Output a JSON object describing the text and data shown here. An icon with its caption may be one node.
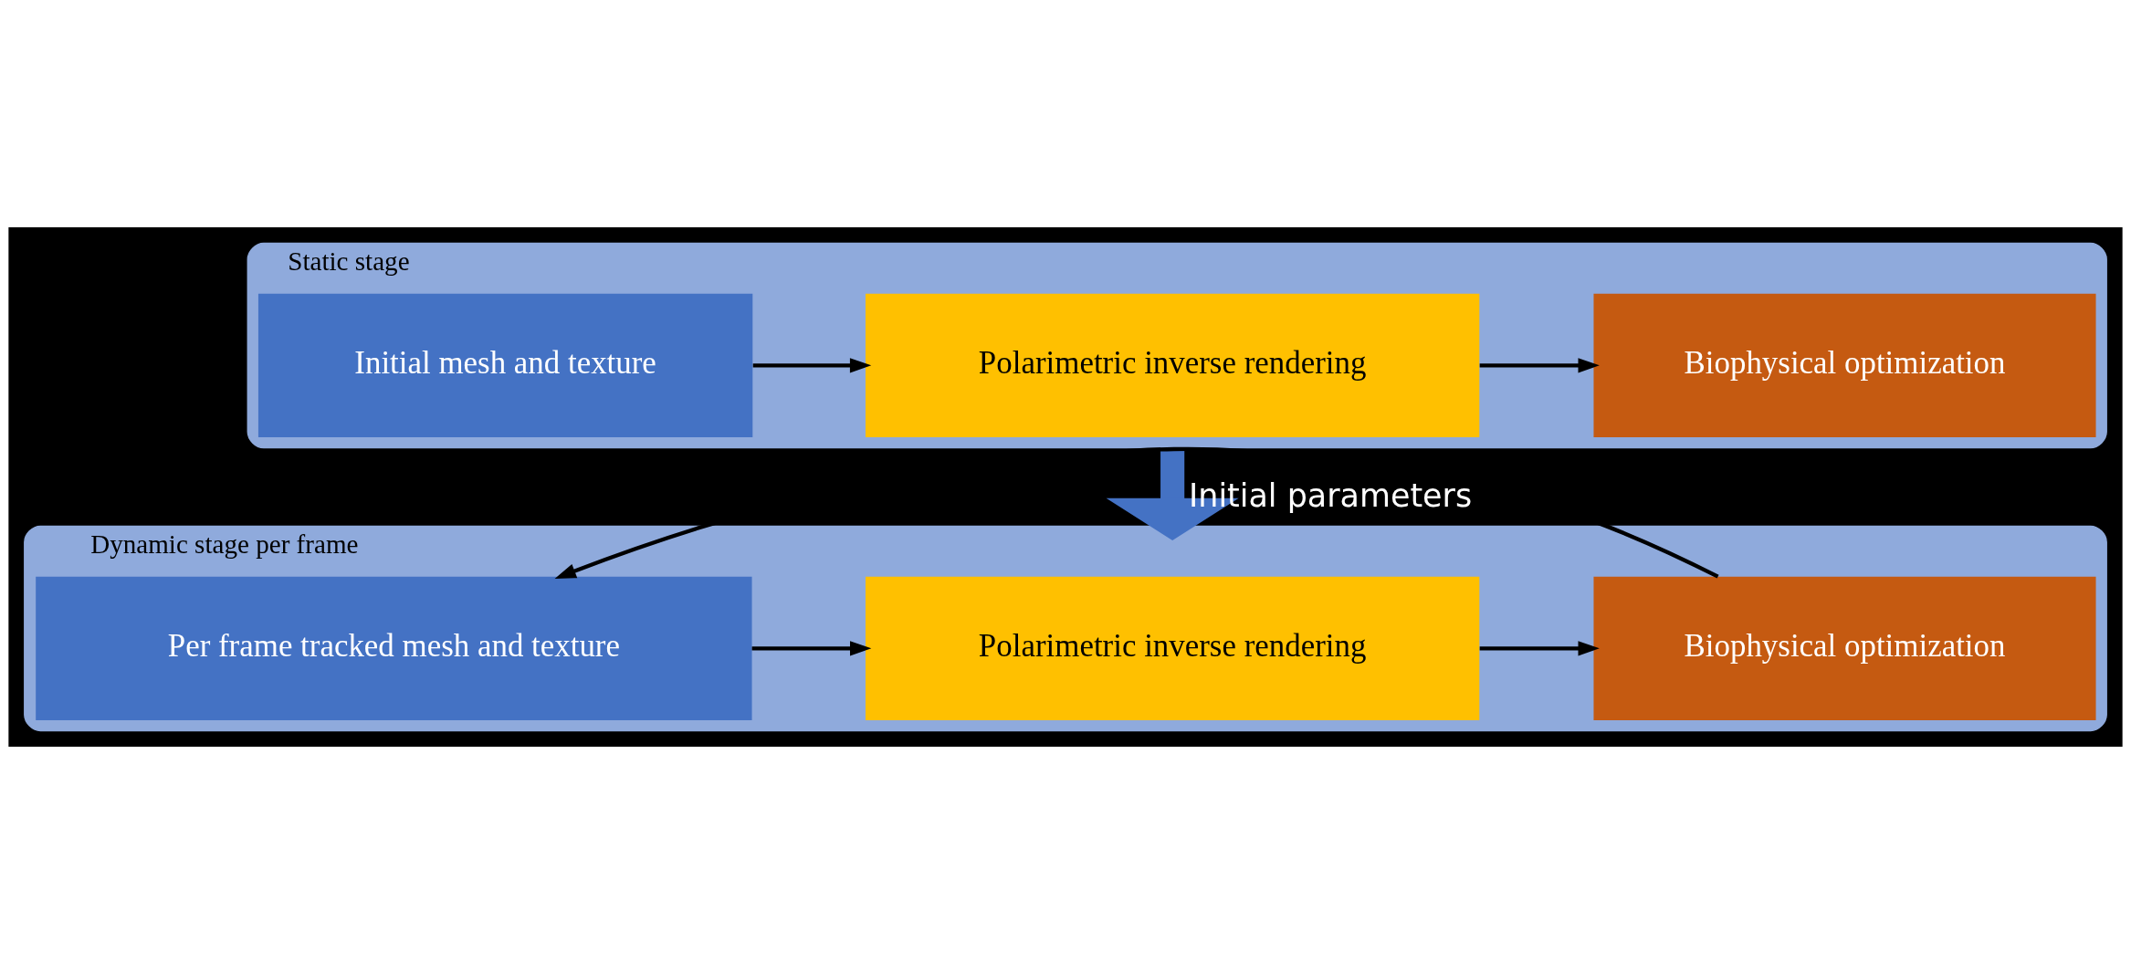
{
  "diagram": {
    "nodes": [
      {
        "text": [
          "Static stage"
        ]
      },
      {
        "text": [
          "Initial mesh and texture"
        ],
        "in": 0
      },
      {
        "text": [
          "Polarimetric inverse rendering"
        ],
        "in": 0
      },
      {
        "text": [
          "Biophysical optimization"
        ],
        "in": 0
      },
      {
        "text": [
          "Dynamic stage per frame"
        ]
      },
      {
        "text": [
          "Per frame tracked mesh and texture"
        ],
        "in": 4
      },
      {
        "text": [
          "Polarimetric inverse rendering"
        ],
        "in": 4
      },
      {
        "text": [
          "Biophysical optimization"
        ],
        "in": 4
      }
    ],
    "edges": [
      {
        "from": 1,
        "to": 2,
        "arrow": "to"
      },
      {
        "from": 2,
        "to": 3,
        "arrow": "to"
      },
      {
        "from": 0,
        "to": 4,
        "arrow": "to",
        "label": "Initial parameters",
        "style": "thick",
        "color": "#4472c4"
      },
      {
        "from": 5,
        "to": 6,
        "arrow": "to"
      },
      {
        "from": 6,
        "to": 7,
        "arrow": "to"
      },
      {
        "from": 7,
        "to": 5,
        "arrow": "to"
      }
    ]
  }
}
